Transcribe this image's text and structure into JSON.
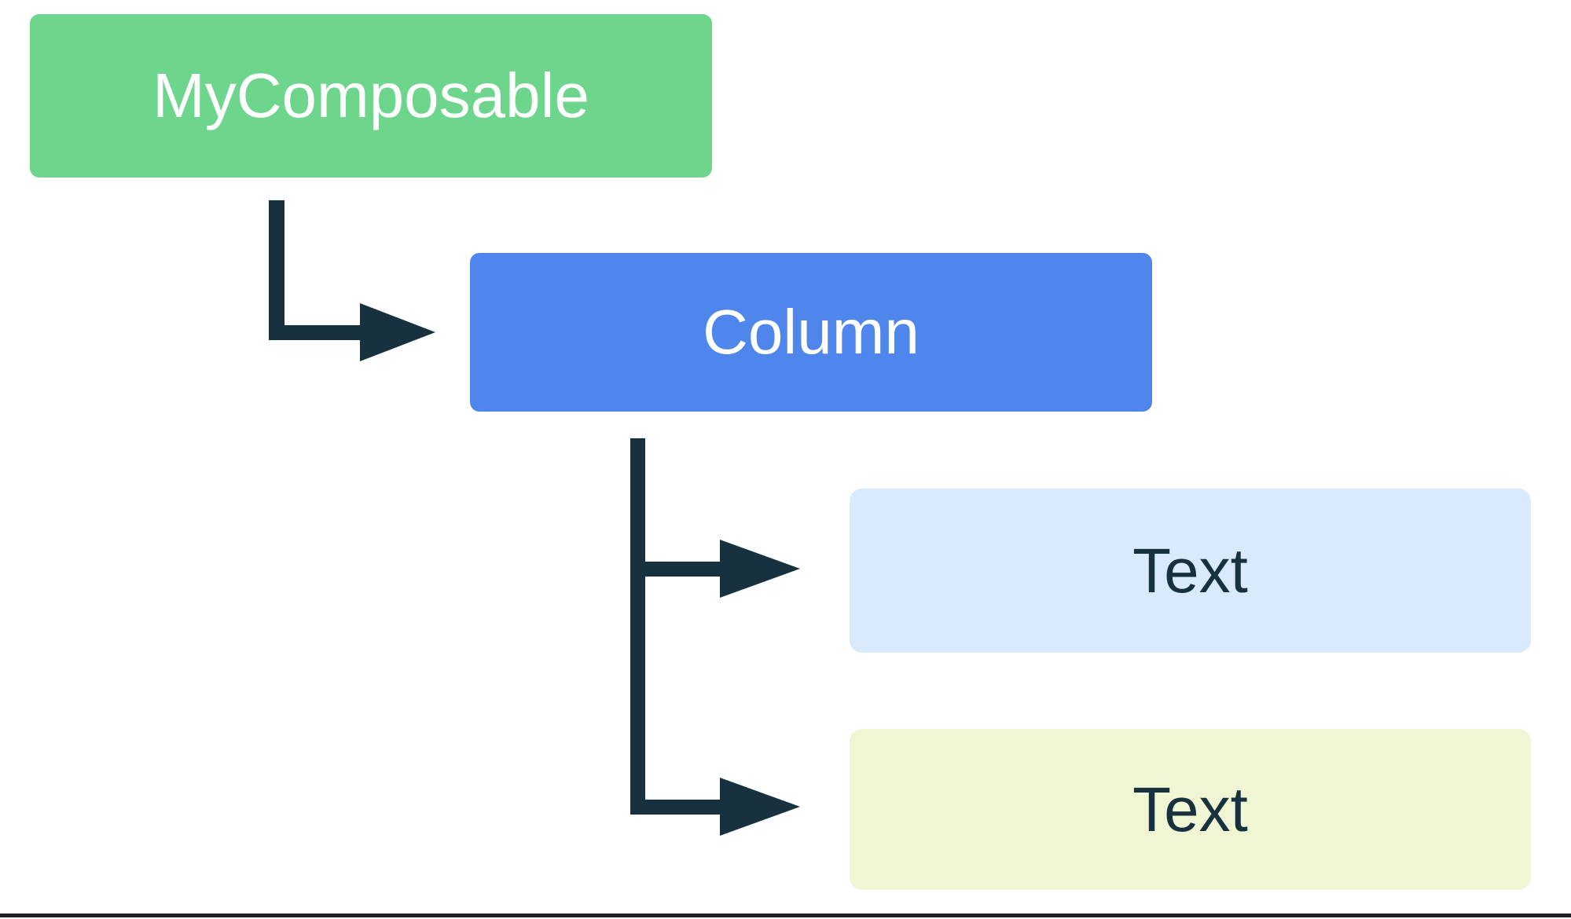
{
  "diagram": {
    "type": "tree",
    "description": "Compose UI hierarchy diagram",
    "nodes": [
      {
        "id": "mycomposable",
        "label": "MyComposable",
        "bg": "#6dd58c",
        "text_color": "#ffffff"
      },
      {
        "id": "column",
        "label": "Column",
        "bg": "#4e86ec",
        "text_color": "#ffffff"
      },
      {
        "id": "text-1",
        "label": "Text",
        "bg": "#d9eafc",
        "text_color": "#17313f"
      },
      {
        "id": "text-2",
        "label": "Text",
        "bg": "#f0f5d3",
        "text_color": "#17313f"
      }
    ],
    "edges": [
      {
        "from": "mycomposable",
        "to": "column"
      },
      {
        "from": "column",
        "to": "text-1"
      },
      {
        "from": "column",
        "to": "text-2"
      }
    ],
    "colors": {
      "arrow": "#17313f",
      "background": "#ffffff",
      "bottom_rule": "#202124"
    }
  }
}
